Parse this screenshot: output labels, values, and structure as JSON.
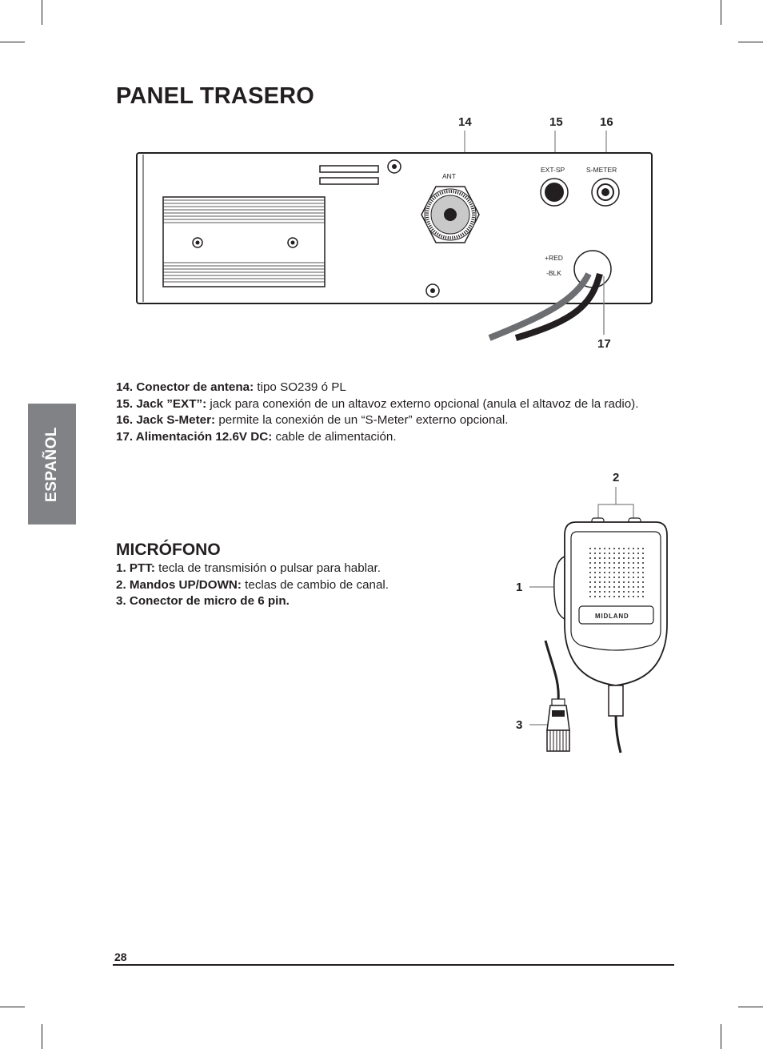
{
  "side_tab": {
    "label": "ESPAÑOL"
  },
  "rear_panel": {
    "title": "PANEL TRASERO",
    "callouts": [
      "14",
      "15",
      "16",
      "17"
    ],
    "panel_labels": {
      "ant": "ANT",
      "ext_sp": "EXT-SP",
      "s_meter": "S-METER",
      "red": "+RED",
      "blk": "-BLK"
    },
    "items": [
      {
        "label": "14. Conector de antena:",
        "text": " tipo SO239 ó PL"
      },
      {
        "label": "15. Jack ”EXT”:",
        "text": " jack para conexión de un altavoz externo opcional (anula el altavoz de la radio)."
      },
      {
        "label": "16. Jack S-Meter:",
        "text": " permite la conexión de un “S-Meter” externo opcional."
      },
      {
        "label": "17. Alimentación 12.6V DC:",
        "text": " cable de alimentación."
      }
    ]
  },
  "microphone": {
    "title": "MICRÓFONO",
    "callouts": [
      "1",
      "2",
      "3"
    ],
    "brand": "MIDLAND",
    "items": [
      {
        "label": "1. PTT:",
        "text": " tecla de transmisión o pulsar para hablar."
      },
      {
        "label": "2. Mandos UP/DOWN:",
        "text": " teclas de cambio de canal."
      },
      {
        "label": "3. Conector de micro de 6 pin.",
        "text": ""
      }
    ]
  },
  "footer": {
    "page_number": "28"
  }
}
